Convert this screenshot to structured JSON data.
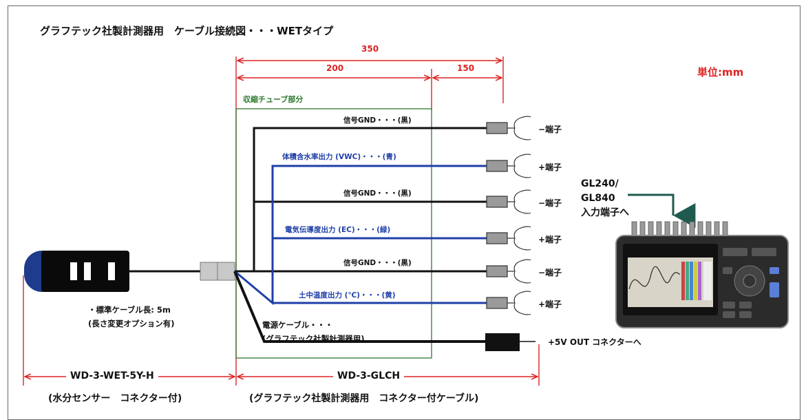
{
  "title": "グラフテック社製計測器用　ケーブル接続図・・・WETタイプ",
  "unit_label": "単位:mm",
  "dimensions": {
    "total": "350",
    "shrink_length": "200",
    "tail_length": "150"
  },
  "shrink_tube_label": "収縮チューブ部分",
  "wires": [
    {
      "label": "信号GND・・・(黒)",
      "terminal": "−端子",
      "color": "#111111"
    },
    {
      "label": "体積含水率出力 (VWC)・・・(青)",
      "terminal": "+端子",
      "color": "#1f3fa8"
    },
    {
      "label": "信号GND・・・(黒)",
      "terminal": "−端子",
      "color": "#111111"
    },
    {
      "label": "電気伝導度出力 (EC)・・・(緑)",
      "terminal": "+端子",
      "color": "#1f3fa8"
    },
    {
      "label": "信号GND・・・(黒)",
      "terminal": "−端子",
      "color": "#111111"
    },
    {
      "label": "土中温度出力 (℃)・・・(黄)",
      "terminal": "+端子",
      "color": "#1f3fa8"
    }
  ],
  "power_cable": {
    "line1": "電源ケーブル・・・",
    "line2": "(グラフテック社製計測器用)",
    "connector_label": "+5V OUT コネクターへ"
  },
  "logger_note": {
    "line1": "GL240/",
    "line2": "GL840",
    "line3": "入力端子へ"
  },
  "cable_note": {
    "line1": "・標準ケーブル長: 5m",
    "line2": "(長さ変更オプション有)"
  },
  "sensor_part": {
    "model": "WD-3-WET-5Y-H",
    "desc": "(水分センサー　コネクター付)"
  },
  "cable_part": {
    "model": "WD-3-GLCH",
    "desc": "(グラフテック社製計測器用　コネクター付ケーブル)"
  },
  "colors": {
    "dimension": "#dd2222",
    "shrink_box": "#2f7a2f",
    "signal_wire": "#1f3fa8",
    "ground_wire": "#111111"
  }
}
